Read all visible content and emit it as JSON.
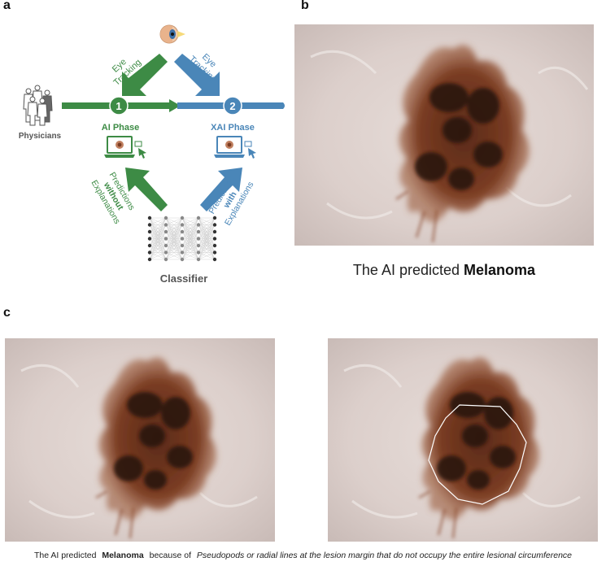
{
  "panels": {
    "a": "a",
    "b": "b",
    "c": "c"
  },
  "diagram": {
    "eye_tracking_left": [
      "Eye",
      "Tracking"
    ],
    "eye_tracking_right": [
      "Eye",
      "Tracking"
    ],
    "physicians_label": "Physicians",
    "phase1_number": "1",
    "phase2_number": "2",
    "phase1_label": "AI Phase",
    "phase2_label": "XAI Phase",
    "left_predictions": [
      "Predictions",
      "without",
      "Explanations"
    ],
    "right_predictions": [
      "Predictions",
      "with",
      "Explanations"
    ],
    "classifier_label": "Classifier",
    "colors": {
      "green": "#3d8b45",
      "blue": "#4a86b8",
      "gray": "#555555"
    },
    "icons": [
      "eye-icon",
      "physicians-group-icon",
      "laptop-icon",
      "neural-network-icon"
    ]
  },
  "caption_b": {
    "prefix": "The AI predicted",
    "prediction": "Melanoma"
  },
  "caption_c": {
    "prefix": "The AI predicted",
    "prediction": "Melanoma",
    "middle": "because of",
    "reason": "Pseudopods or radial lines at the lesion margin that do not occupy the entire lesional circumference"
  }
}
